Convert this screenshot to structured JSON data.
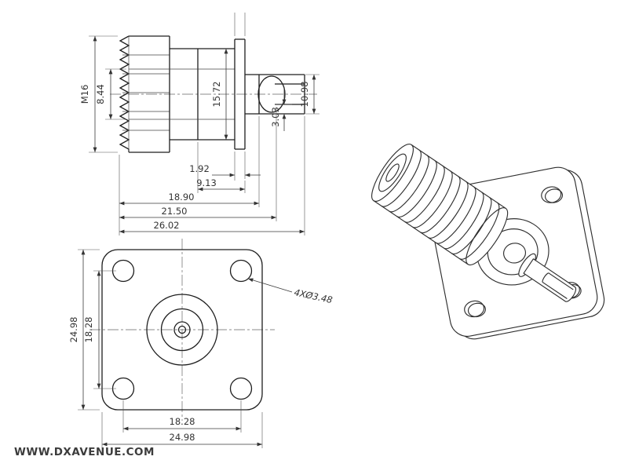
{
  "watermark": "WWW.DXAVENUE.COM",
  "side_view": {
    "thread_label": "M16",
    "inner_diameter": "8.44",
    "body_diameter": "15.72",
    "rear_diameter": "10.98",
    "rear_step": "3.03",
    "flange_thickness": "1.92",
    "rear_length": "9.13",
    "front_length": "18.90",
    "mid_length": "21.50",
    "overall_length": "26.02"
  },
  "front_view": {
    "flange_height": "24.98",
    "hole_pitch_vertical": "18.28",
    "hole_pitch_horizontal": "18.28",
    "flange_width": "24.98",
    "mounting_holes_label": "4XØ3.48"
  }
}
